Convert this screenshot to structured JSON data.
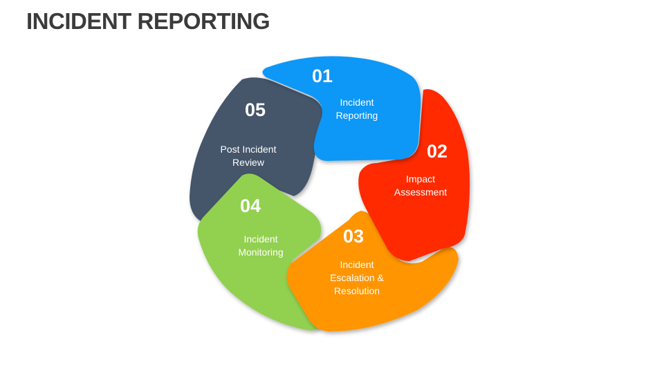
{
  "slide": {
    "title": "INCIDENT REPORTING"
  },
  "steps": [
    {
      "number": "01",
      "label": "Incident\nReporting",
      "color": "#0997F7"
    },
    {
      "number": "02",
      "label": "Impact\nAssessment",
      "color": "#FF2A00"
    },
    {
      "number": "03",
      "label": "Incident\nEscalation &\nResolution",
      "color": "#FF9500"
    },
    {
      "number": "04",
      "label": "Incident\nMonitoring",
      "color": "#92D050"
    },
    {
      "number": "05",
      "label": "Post Incident\nReview",
      "color": "#44546A"
    }
  ]
}
